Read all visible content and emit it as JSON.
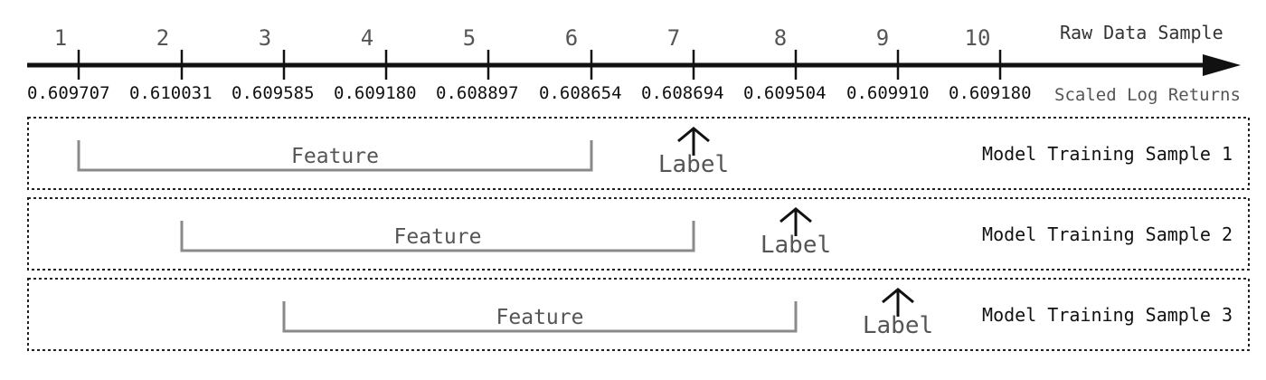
{
  "axis": {
    "title": "Raw Data Sample",
    "subtitle": "Scaled Log Returns",
    "points": [
      {
        "index": "1",
        "value": "0.609707"
      },
      {
        "index": "2",
        "value": "0.610031"
      },
      {
        "index": "3",
        "value": "0.609585"
      },
      {
        "index": "4",
        "value": "0.609180"
      },
      {
        "index": "5",
        "value": "0.608897"
      },
      {
        "index": "6",
        "value": "0.608654"
      },
      {
        "index": "7",
        "value": "0.608694"
      },
      {
        "index": "8",
        "value": "0.609504"
      },
      {
        "index": "9",
        "value": "0.609910"
      },
      {
        "index": "10",
        "value": "0.609180"
      }
    ]
  },
  "samples": [
    {
      "name": "Model Training Sample 1",
      "feature_label": "Feature",
      "label_text": "Label",
      "feature_start": 1,
      "feature_end": 6,
      "label_point": 7
    },
    {
      "name": "Model Training Sample 2",
      "feature_label": "Feature",
      "label_text": "Label",
      "feature_start": 2,
      "feature_end": 7,
      "label_point": 8
    },
    {
      "name": "Model Training Sample 3",
      "feature_label": "Feature",
      "label_text": "Label",
      "feature_start": 3,
      "feature_end": 8,
      "label_point": 9
    }
  ]
}
